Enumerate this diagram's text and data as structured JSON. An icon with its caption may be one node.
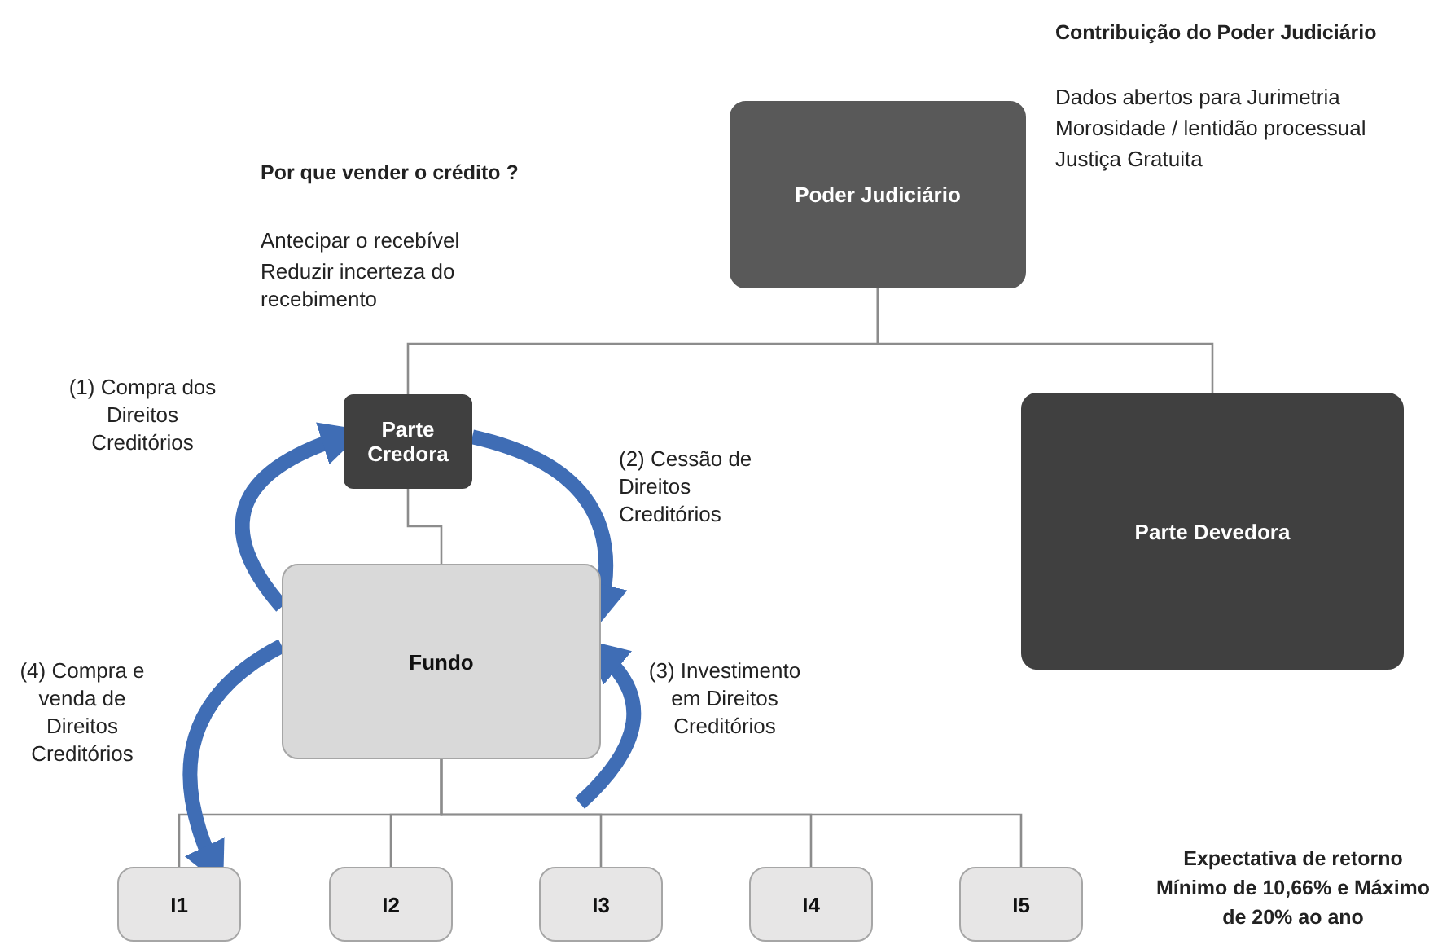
{
  "diagram": {
    "nodes": [
      {
        "text": [
          "Poder Judiciário"
        ]
      },
      {
        "text": [
          "Parte Credora"
        ]
      },
      {
        "text": [
          "Parte Devedora"
        ]
      },
      {
        "text": [
          "Fundo"
        ]
      },
      {
        "text": [
          "I1"
        ]
      },
      {
        "text": [
          "I2"
        ]
      },
      {
        "text": [
          "I3"
        ]
      },
      {
        "text": [
          "I4"
        ]
      },
      {
        "text": [
          "I5"
        ]
      }
    ],
    "edges": [
      {
        "from": 0,
        "to": 1,
        "arrow": "none"
      },
      {
        "from": 0,
        "to": 2,
        "arrow": "none"
      },
      {
        "from": 1,
        "to": 3,
        "arrow": "none"
      },
      {
        "from": 3,
        "to": 4,
        "arrow": "none"
      },
      {
        "from": 3,
        "to": 5,
        "arrow": "none"
      },
      {
        "from": 3,
        "to": 6,
        "arrow": "none"
      },
      {
        "from": 3,
        "to": 7,
        "arrow": "none"
      },
      {
        "from": 3,
        "to": 8,
        "arrow": "none"
      },
      {
        "from": 3,
        "to": 1,
        "arrow": "to",
        "label": "(1) Compra dos Direitos Creditórios",
        "style": "thick",
        "color": "#3f6db5"
      },
      {
        "from": 1,
        "to": 3,
        "arrow": "to",
        "label": "(2) Cessão de Direitos Creditórios",
        "style": "thick",
        "color": "#3f6db5"
      },
      {
        "from": null,
        "to": 3,
        "arrow": "to",
        "label": "(3) Investimento em Direitos Creditórios",
        "style": "thick",
        "color": "#3f6db5"
      },
      {
        "from": 3,
        "to": 4,
        "arrow": "to",
        "label": "(4) Compra e venda de Direitos Creditórios",
        "style": "thick",
        "color": "#3f6db5"
      }
    ],
    "labels": [
      "Contribuição do Poder Judiciário",
      "Dados abertos para Jurimetria",
      "Morosidade / lentidão processual",
      "Justiça Gratuita",
      "Por que vender o crédito ?",
      "Antecipar o recebível",
      "Reduzir incerteza do recebimento",
      "Expectativa de retorno Mínimo de 10,66% e Máximo de 20% ao ano"
    ]
  }
}
